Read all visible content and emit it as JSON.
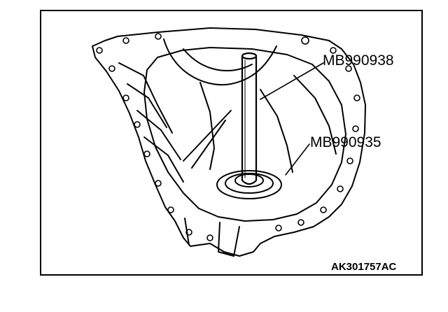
{
  "figure": {
    "callouts": [
      {
        "text": "MB990938",
        "refers_to": "long drift handle (vertical rod)"
      },
      {
        "text": "MB990935",
        "refers_to": "bearing/seal installer at base of rod"
      }
    ],
    "figure_code": "AK301757AC"
  },
  "colors": {
    "line": "#000000",
    "background": "#ffffff"
  }
}
